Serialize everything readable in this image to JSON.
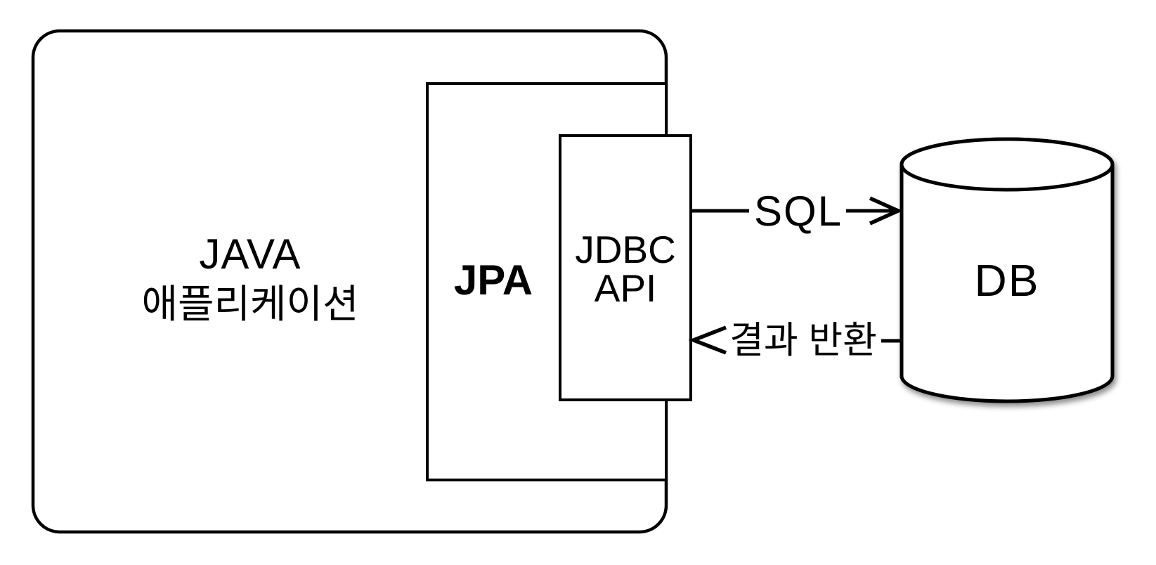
{
  "diagram": {
    "title": "JPA / JDBC architecture diagram",
    "app_box": {
      "label_line1": "JAVA",
      "label_line2": "애플리케이션"
    },
    "jpa_box": {
      "label": "JPA"
    },
    "jdbc_box": {
      "label_line1": "JDBC",
      "label_line2": "API"
    },
    "db": {
      "label": "DB"
    },
    "sql_arrow": {
      "label": "SQL",
      "direction": "right"
    },
    "result_arrow": {
      "label": "결과 반환",
      "direction": "left"
    },
    "colors": {
      "stroke": "#000000",
      "fill": "#ffffff",
      "background": "#ffffff",
      "text": "#000000"
    }
  }
}
